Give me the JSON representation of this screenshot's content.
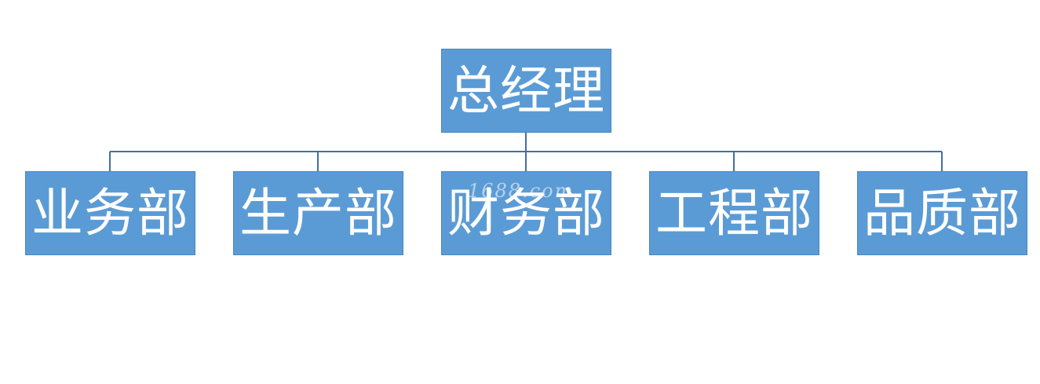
{
  "colors": {
    "node_fill": "#5b9bd5",
    "connector": "#41719c",
    "text": "#ffffff",
    "background": "#ffffff"
  },
  "org_chart": {
    "root": {
      "label": "总经理"
    },
    "departments": [
      {
        "label": "业务部"
      },
      {
        "label": "生产部"
      },
      {
        "label": "财务部"
      },
      {
        "label": "工程部"
      },
      {
        "label": "品质部"
      }
    ]
  },
  "watermark": "1688.com"
}
